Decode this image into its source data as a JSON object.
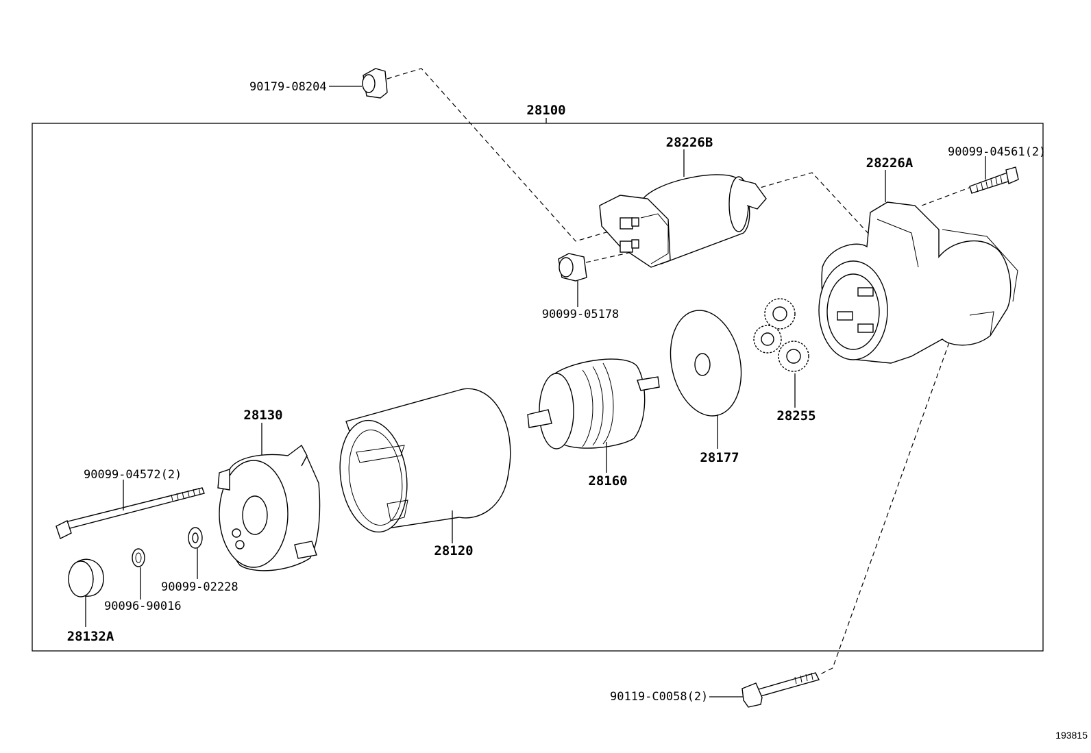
{
  "assembly": {
    "part_number": "28100"
  },
  "callouts": {
    "cap_top": "90179-08204",
    "solenoid": "28226B",
    "bolt_top_right": "90099-04561(2)",
    "housing": "28226A",
    "nut_solenoid": "90099-05178",
    "gear": "28255",
    "end_frame": "28130",
    "through_bolt": "90099-04572(2)",
    "yoke": "28120",
    "armature": "28160",
    "plate": "28177",
    "washer": "90099-02228",
    "clip": "90096-90016",
    "cap_bottom": "28132A",
    "bolt_bottom": "90119-C0058(2)"
  },
  "figure_number": "193815"
}
